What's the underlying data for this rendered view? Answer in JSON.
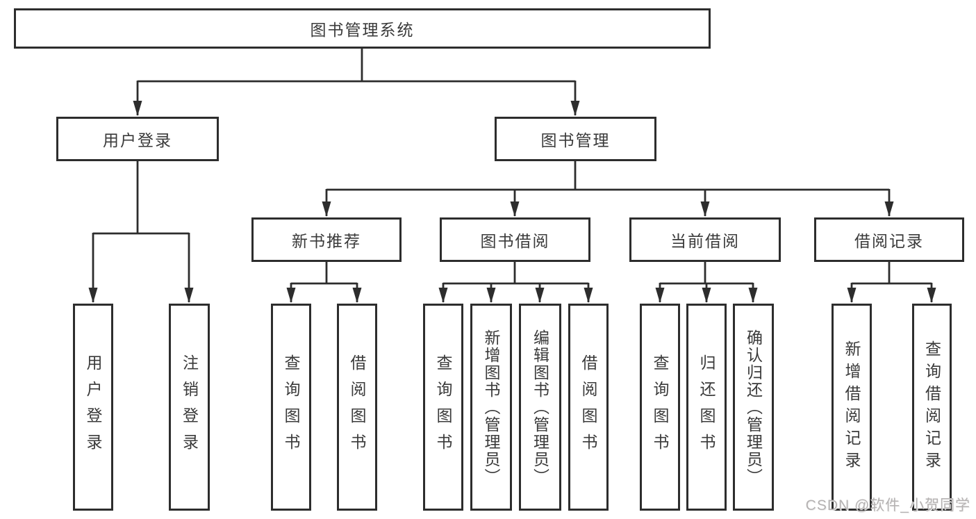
{
  "diagram": {
    "root": {
      "label": "图书管理系统"
    },
    "branches": [
      {
        "label": "用户登录",
        "children": [
          {
            "label": "用户登录"
          },
          {
            "label": "注销登录"
          }
        ]
      },
      {
        "label": "图书管理",
        "children": [
          {
            "label": "新书推荐",
            "children": [
              {
                "label": "查询图书"
              },
              {
                "label": "借阅图书"
              }
            ]
          },
          {
            "label": "图书借阅",
            "children": [
              {
                "label": "查询图书"
              },
              {
                "label": "新增图书（管理员）"
              },
              {
                "label": "编辑图书（管理员）"
              },
              {
                "label": "借阅图书"
              }
            ]
          },
          {
            "label": "当前借阅",
            "children": [
              {
                "label": "查询图书"
              },
              {
                "label": "归还图书"
              },
              {
                "label": "确认归还（管理员）"
              }
            ]
          },
          {
            "label": "借阅记录",
            "children": [
              {
                "label": "新增借阅记录"
              },
              {
                "label": "查询借阅记录"
              }
            ]
          }
        ]
      }
    ]
  },
  "watermark": {
    "text": "CSDN @软件_小贺同学"
  },
  "colors": {
    "line": "#2d2d2d",
    "text": "#3a3a3a",
    "box_bg": "#ffffff",
    "watermark": "#b5b2b2"
  }
}
